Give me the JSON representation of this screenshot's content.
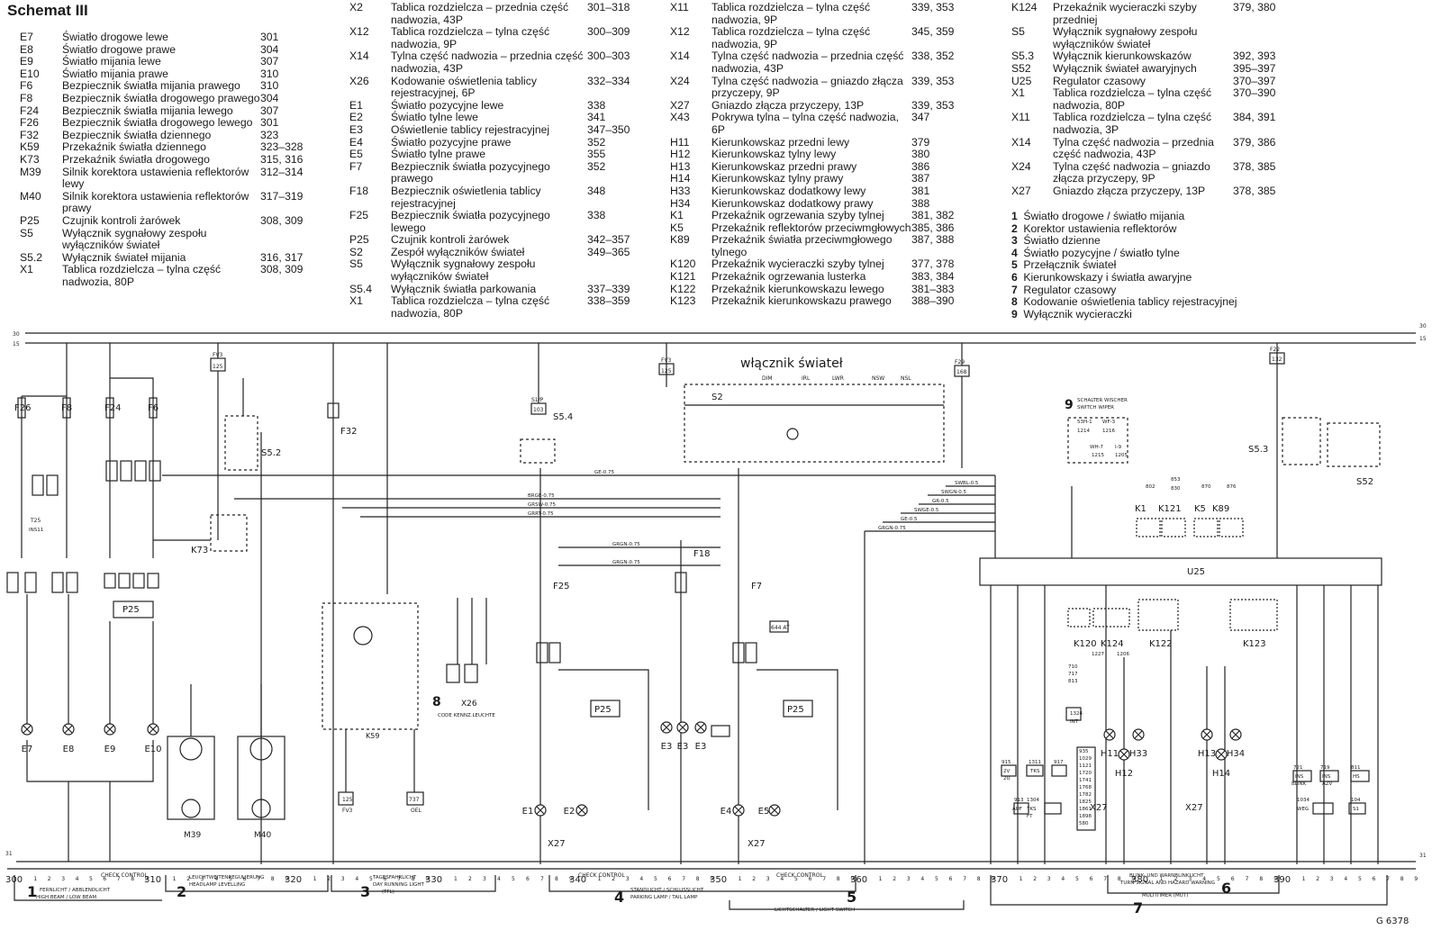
{
  "title": "Schemat III",
  "legend_col1": [
    {
      "code": "E7",
      "desc": "Światło drogowe lewe",
      "pages": "301"
    },
    {
      "code": "E8",
      "desc": "Światło drogowe prawe",
      "pages": "304"
    },
    {
      "code": "E9",
      "desc": "Światło mijania lewe",
      "pages": "307"
    },
    {
      "code": "E10",
      "desc": "Światło mijania prawe",
      "pages": "310"
    },
    {
      "code": "F6",
      "desc": "Bezpiecznik światła mijania prawego",
      "pages": "310"
    },
    {
      "code": "F8",
      "desc": "Bezpiecznik światła drogowego prawego",
      "pages": "304"
    },
    {
      "code": "F24",
      "desc": "Bezpiecznik światła mijania lewego",
      "pages": "307"
    },
    {
      "code": "F26",
      "desc": "Bezpiecznik światła drogowego lewego",
      "pages": "301"
    },
    {
      "code": "F32",
      "desc": "Bezpiecznik światła dziennego",
      "pages": "323"
    },
    {
      "code": "K59",
      "desc": "Przekaźnik światła dziennego",
      "pages": "323–328"
    },
    {
      "code": "K73",
      "desc": "Przekaźnik światła drogowego",
      "pages": "315, 316"
    },
    {
      "code": "M39",
      "desc": "Silnik korektora ustawienia reflektorów lewy",
      "pages": "312–314"
    },
    {
      "code": "M40",
      "desc": "Silnik korektora ustawienia reflektorów prawy",
      "pages": "317–319"
    },
    {
      "code": "P25",
      "desc": "Czujnik kontroli żarówek",
      "pages": "308, 309"
    },
    {
      "code": "S5",
      "desc": "Wyłącznik sygnałowy zespołu wyłączników świateł",
      "pages": ""
    },
    {
      "code": "S5.2",
      "desc": "Wyłącznik świateł mijania",
      "pages": "316, 317"
    },
    {
      "code": "X1",
      "desc": "Tablica rozdzielcza – tylna część nadwozia, 80P",
      "pages": "308, 309"
    }
  ],
  "legend_col2": [
    {
      "code": "X2",
      "desc": "Tablica rozdzielcza – przednia część nadwozia, 43P",
      "pages": "301–318"
    },
    {
      "code": "X12",
      "desc": "Tablica rozdzielcza – tylna część nadwozia, 9P",
      "pages": "300–309"
    },
    {
      "code": "X14",
      "desc": "Tylna część nadwozia – przednia część nadwozia, 43P",
      "pages": "300–303"
    },
    {
      "code": "X26",
      "desc": "Kodowanie oświetlenia tablicy rejestracyjnej, 6P",
      "pages": "332–334"
    },
    {
      "code": "E1",
      "desc": "Światło pozycyjne lewe",
      "pages": "338"
    },
    {
      "code": "E2",
      "desc": "Światło tylne lewe",
      "pages": "341"
    },
    {
      "code": "E3",
      "desc": "Oświetlenie tablicy rejestracyjnej",
      "pages": "347–350"
    },
    {
      "code": "E4",
      "desc": "Światło pozycyjne prawe",
      "pages": "352"
    },
    {
      "code": "E5",
      "desc": "Światło tylne prawe",
      "pages": "355"
    },
    {
      "code": "F7",
      "desc": "Bezpiecznik światła pozycyjnego prawego",
      "pages": "352"
    },
    {
      "code": "F18",
      "desc": "Bezpiecznik oświetlenia tablicy rejestracyjnej",
      "pages": "348"
    },
    {
      "code": "F25",
      "desc": "Bezpiecznik światła pozycyjnego lewego",
      "pages": "338"
    },
    {
      "code": "P25",
      "desc": "Czujnik kontroli żarówek",
      "pages": "342–357"
    },
    {
      "code": "S2",
      "desc": "Zespół wyłączników świateł",
      "pages": "349–365"
    },
    {
      "code": "S5",
      "desc": "Wyłącznik sygnałowy zespołu wyłączników świateł",
      "pages": ""
    },
    {
      "code": "S5.4",
      "desc": "Wyłącznik światła parkowania",
      "pages": "337–339"
    },
    {
      "code": "X1",
      "desc": "Tablica rozdzielcza – tylna część nadwozia, 80P",
      "pages": "338–359"
    }
  ],
  "legend_col3": [
    {
      "code": "X11",
      "desc": "Tablica rozdzielcza – tylna część nadwozia, 9P",
      "pages": "339, 353"
    },
    {
      "code": "X12",
      "desc": "Tablica rozdzielcza – tylna część nadwozia, 9P",
      "pages": "345, 359"
    },
    {
      "code": "X14",
      "desc": "Tylna część nadwozia – przednia część nadwozia, 43P",
      "pages": "338, 352"
    },
    {
      "code": "X24",
      "desc": "Tylna część nadwozia – gniazdo złącza przyczepy, 9P",
      "pages": "339, 353"
    },
    {
      "code": "X27",
      "desc": "Gniazdo złącza przyczepy, 13P",
      "pages": "339, 353"
    },
    {
      "code": "X43",
      "desc": "Pokrywa tylna – tylna część nadwozia, 6P",
      "pages": "347"
    },
    {
      "code": "H11",
      "desc": "Kierunkowskaz przedni lewy",
      "pages": "379"
    },
    {
      "code": "H12",
      "desc": "Kierunkowskaz tylny lewy",
      "pages": "380"
    },
    {
      "code": "H13",
      "desc": "Kierunkowskaz przedni prawy",
      "pages": "386"
    },
    {
      "code": "H14",
      "desc": "Kierunkowskaz tylny prawy",
      "pages": "387"
    },
    {
      "code": "H33",
      "desc": "Kierunkowskaz dodatkowy lewy",
      "pages": "381"
    },
    {
      "code": "H34",
      "desc": "Kierunkowskaz dodatkowy prawy",
      "pages": "388"
    },
    {
      "code": "K1",
      "desc": "Przekaźnik ogrzewania szyby tylnej",
      "pages": "381, 382"
    },
    {
      "code": "K5",
      "desc": "Przekaźnik reflektorów przeciwmgłowych",
      "pages": "385, 386"
    },
    {
      "code": "K89",
      "desc": "Przekaźnik światła przeciwmgłowego tylnego",
      "pages": "387, 388"
    },
    {
      "code": "K120",
      "desc": "Przekaźnik wycieraczki szyby tylnej",
      "pages": "377, 378"
    },
    {
      "code": "K121",
      "desc": "Przekaźnik ogrzewania lusterka",
      "pages": "383, 384"
    },
    {
      "code": "K122",
      "desc": "Przekaźnik kierunkowskazu lewego",
      "pages": "381–383"
    },
    {
      "code": "K123",
      "desc": "Przekaźnik kierunkowskazu prawego",
      "pages": "388–390"
    }
  ],
  "legend_col4": [
    {
      "code": "K124",
      "desc": "Przekaźnik wycieraczki szyby przedniej",
      "pages": "379, 380"
    },
    {
      "code": "S5",
      "desc": "Wyłącznik sygnałowy zespołu wyłączników świateł",
      "pages": ""
    },
    {
      "code": "S5.3",
      "desc": "Wyłącznik kierunkowskazów",
      "pages": "392, 393"
    },
    {
      "code": "S52",
      "desc": "Wyłącznik świateł awaryjnych",
      "pages": "395–397"
    },
    {
      "code": "U25",
      "desc": "Regulator czasowy",
      "pages": "370–397"
    },
    {
      "code": "X1",
      "desc": "Tablica rozdzielcza – tylna część nadwozia, 80P",
      "pages": "370–390"
    },
    {
      "code": "X11",
      "desc": "Tablica rozdzielcza – tylna część nadwozia, 3P",
      "pages": "384, 391"
    },
    {
      "code": "X14",
      "desc": "Tylna część nadwozia – przednia część nadwozia, 43P",
      "pages": "379, 386"
    },
    {
      "code": "X24",
      "desc": "Tylna część nadwozia – gniazdo złącza przyczepy, 9P",
      "pages": "378, 385"
    },
    {
      "code": "X27",
      "desc": "Gniazdo złącza przyczepy, 13P",
      "pages": "378, 385"
    }
  ],
  "groups": [
    {
      "n": "1",
      "label": "Światło drogowe / światło mijania"
    },
    {
      "n": "2",
      "label": "Korektor ustawienia reflektorów"
    },
    {
      "n": "3",
      "label": "Światło dzienne"
    },
    {
      "n": "4",
      "label": "Światło pozycyjne / światło tylne"
    },
    {
      "n": "5",
      "label": "Przełącznik świateł"
    },
    {
      "n": "6",
      "label": "Kierunkowskazy i światła awaryjne"
    },
    {
      "n": "7",
      "label": "Regulator czasowy"
    },
    {
      "n": "8",
      "label": "Kodowanie oświetlenia tablicy rejestracyjnej"
    },
    {
      "n": "9",
      "label": "Wyłącznik wycieraczki"
    }
  ],
  "diagram": {
    "rail_30": "30",
    "rail_15": "15",
    "rail_31": "31",
    "switch_title": "włącznik świateł",
    "switch_code": "S2",
    "switch_positions": [
      "DIM",
      "IRL",
      "LWR",
      "NSW",
      "NSL"
    ],
    "fuse_fv3": "FV3",
    "fuse_125": "125",
    "fuse_f29": "F29",
    "fuse_168": "168",
    "fuse_f22": "F22",
    "fuse_132": "132",
    "s1p": "S1/P",
    "s1p_num": "103",
    "wiper_num": "9",
    "wiper_label": "SCHALTER WISCHER",
    "wiper_label2": "SWITCH WIPER",
    "fuses_left": [
      "F26",
      "F8",
      "F24",
      "F6"
    ],
    "f32": "F32",
    "f25": "F25",
    "f18": "F18",
    "f7": "F7",
    "s52_label": "S5.2",
    "s54_label": "S5.4",
    "s53_label": "S5.3",
    "s52b_label": "S52",
    "k73": "K73",
    "k59": "K59",
    "k1": "K1",
    "k121": "K121",
    "k5": "K5",
    "k89": "K89",
    "k120": "K120",
    "k124": "K124",
    "k122": "K122",
    "k123": "K123",
    "u25": "U25",
    "p25": "P25",
    "m39": "M39",
    "m40": "M40",
    "x26": "X26",
    "x26_note": "CODE KENNZ.LEUCHTE",
    "group8_num": "8",
    "lamps_bottom_left": [
      "E7",
      "E8",
      "E9",
      "E10"
    ],
    "lamps_mid": [
      "E1",
      "E2",
      "E3",
      "E3",
      "E3",
      "E4",
      "E5"
    ],
    "lamps_right": [
      "H11",
      "H12",
      "H33",
      "H13",
      "H14",
      "H34"
    ],
    "x27": "X27",
    "code_t25": "T25",
    "code_ins11": "INS11",
    "code_644at": "644 AT",
    "code_125fv3": "125",
    "code_fv3b": "FV3",
    "code_737": "737",
    "code_oel": "OEL",
    "wires": [
      "GE-0.75",
      "BRGE-0.75",
      "GRSW-0.75",
      "GRRT-0.75",
      "GRGN-0.75",
      "GRGN-0.75",
      "SWBL-0.5",
      "SWGN-0.5",
      "GR-0.5",
      "SWGE-0.5",
      "GE-0.5",
      "GRGN-0.75"
    ],
    "wiper_codes": [
      "53H-1",
      "1214",
      "WF-3",
      "1216",
      "WH-7",
      "1215",
      "I-9",
      "1205"
    ],
    "relay_codes": [
      "802",
      "853",
      "830",
      "870",
      "876"
    ],
    "k_codes": [
      "1227",
      "1206",
      "710",
      "717",
      "813",
      "1324",
      "INT",
      "935",
      "1029",
      "1121",
      "1720",
      "1741",
      "1768",
      "1782",
      "1825",
      "1861",
      "1898",
      "580"
    ],
    "bottom_codes": [
      "915",
      "2V",
      "2U",
      "913",
      "AUF",
      "1311",
      "TKS",
      "1304",
      "TKS",
      "FT",
      "917",
      "721",
      "INS",
      "BLINK",
      "1034",
      "WEG",
      "719",
      "INS",
      "AZV",
      "104",
      "S1",
      "811",
      "HS"
    ],
    "bottom_scale": {
      "marks": [
        "300",
        "310",
        "320",
        "330",
        "340",
        "350",
        "360",
        "370",
        "380",
        "390"
      ]
    },
    "sections_bottom": [
      {
        "n": "1",
        "de": "FERNLICHT / ABBLENDLICHT",
        "en": "HIGH BEAM / LOW BEAM"
      },
      {
        "n": "2",
        "de": "LEUCHTWEITENREGULIERUNG",
        "en": "HEADLAMP LEVELLING"
      },
      {
        "n": "3",
        "de": "TAGESFAHRLICHT",
        "en": "DAY RUNNING LIGHT",
        "en2": "(TFL)"
      },
      {
        "n": "4",
        "de": "STANDLICHT / SCHLUSSLICHT",
        "en": "PARKING LAMP / TAIL LAMP"
      },
      {
        "n": "5",
        "de": "LICHTSCHALTER / LIGHT SWITCH",
        "en": ""
      },
      {
        "n": "6",
        "de": "BLINK- UND WARNBLINKLICHT",
        "en": "TURN SIGNAL AND HAZARD WARNING"
      },
      {
        "n": "7",
        "de": "MULTITIMER (MUT)",
        "en": ""
      }
    ],
    "check_control": "CHECK CONTROL",
    "figure_ref": "G 6378"
  }
}
